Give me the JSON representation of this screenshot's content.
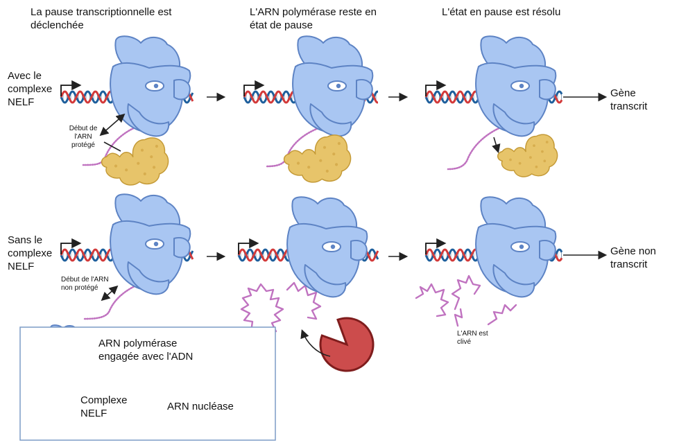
{
  "headers": {
    "col1": "La pause transcriptionnelle est déclenchée",
    "col2": "L'ARN polymérase reste en état de pause",
    "col3": "L'état en pause est résolu"
  },
  "rows": {
    "with": {
      "label": "Avec le complexe NELF",
      "rna_start_label": "Début de l'ARN protégé",
      "outcome": "Gène transcrit"
    },
    "without": {
      "label": "Sans le complexe NELF",
      "rna_start_label": "Début de l'ARN non protégé",
      "cleaved_label": "L'ARN est clivé",
      "outcome": "Gène non transcrit"
    }
  },
  "legend": {
    "polymerase": "ARN polymérase engagée avec l'ADN",
    "nelf": "Complexe NELF",
    "nuclease": "ARN nucléase"
  },
  "colors": {
    "polymerase_fill": "#a9c6f2",
    "polymerase_stroke": "#5d83c4",
    "nelf_fill": "#e7c46a",
    "nelf_stroke": "#c49a37",
    "nuclease_fill": "#cc4c4c",
    "nuclease_stroke": "#7f1d1d",
    "dna_red": "#d23a3a",
    "dna_blue": "#1e5f9c",
    "rna": "#c073c0",
    "legend_border": "#7c9cc6"
  }
}
